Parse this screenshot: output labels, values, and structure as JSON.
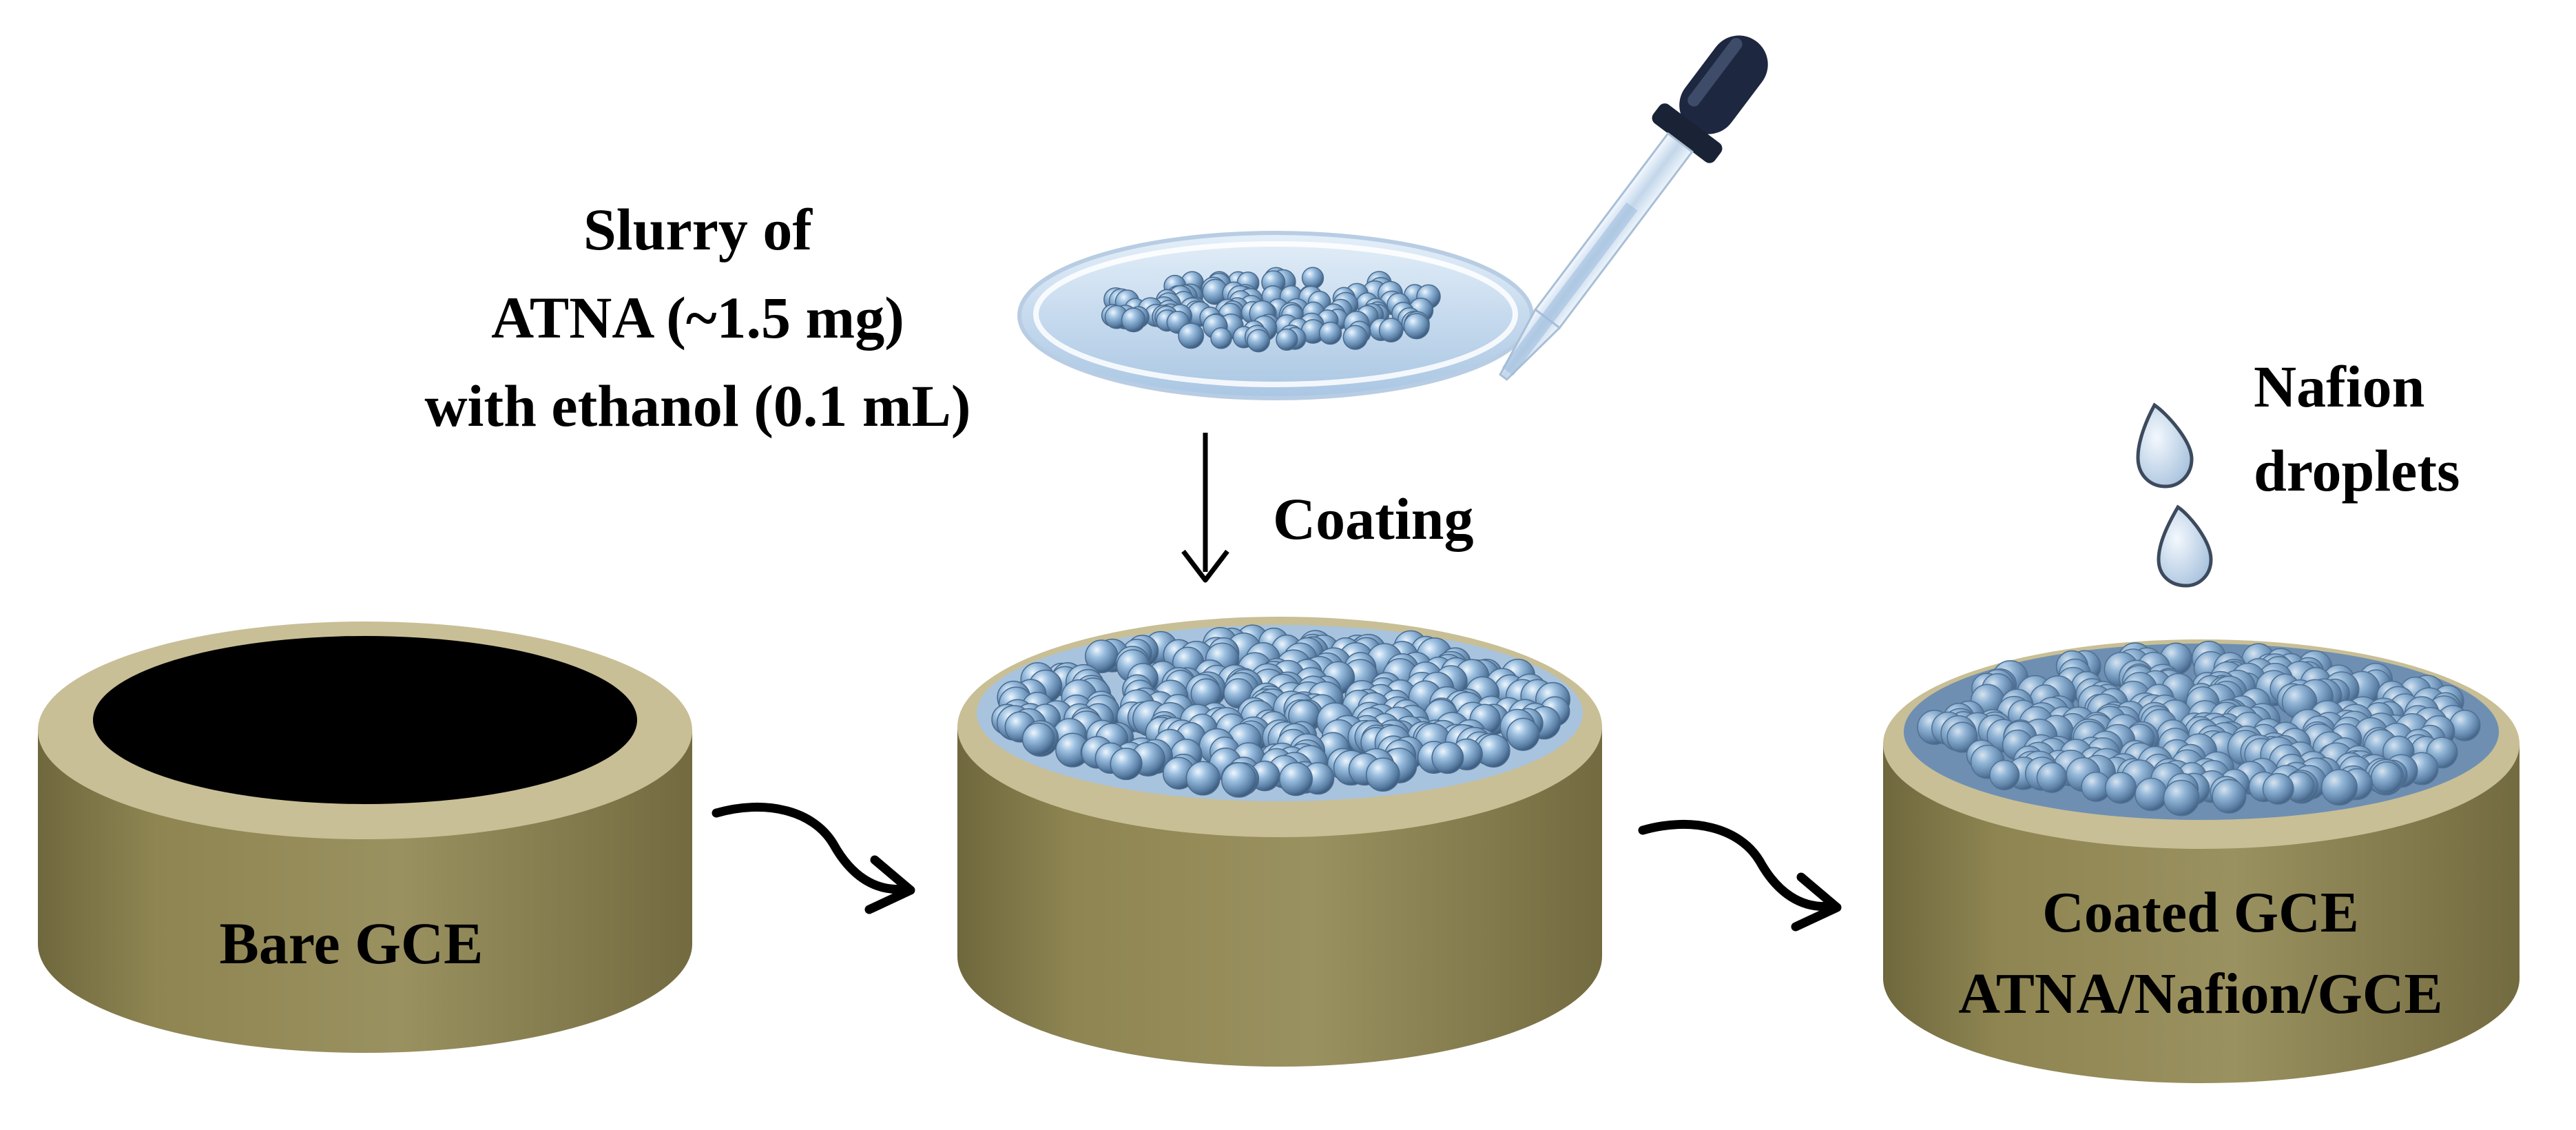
{
  "colors": {
    "electrode_body": "#8e8552",
    "electrode_body_dark": "#6b6438",
    "electrode_rim": "#c9c098",
    "bare_surface": "#000000",
    "particle": "#8fb4d8",
    "particle_highlight": "#e8f2fb",
    "particle_shadow": "#4d6f92",
    "dish": "#cfe1f2",
    "droplet": "#c7d9ec",
    "dropper_bulb": "#1b2438",
    "arrow": "#000000"
  },
  "labels": {
    "slurry_line1": "Slurry of",
    "slurry_line2": "ATNA (~1.5 mg)",
    "slurry_line3": "with ethanol (0.1 mL)",
    "coating": "Coating",
    "nafion_line1": "Nafion",
    "nafion_line2": "droplets",
    "bare": "Bare GCE",
    "coated_line1": "Coated GCE",
    "coated_line2": "ATNA/Nafion/GCE"
  },
  "icons": {
    "dropper": "dropper-icon",
    "droplet": "droplet-icon",
    "dish": "petri-dish-icon"
  }
}
